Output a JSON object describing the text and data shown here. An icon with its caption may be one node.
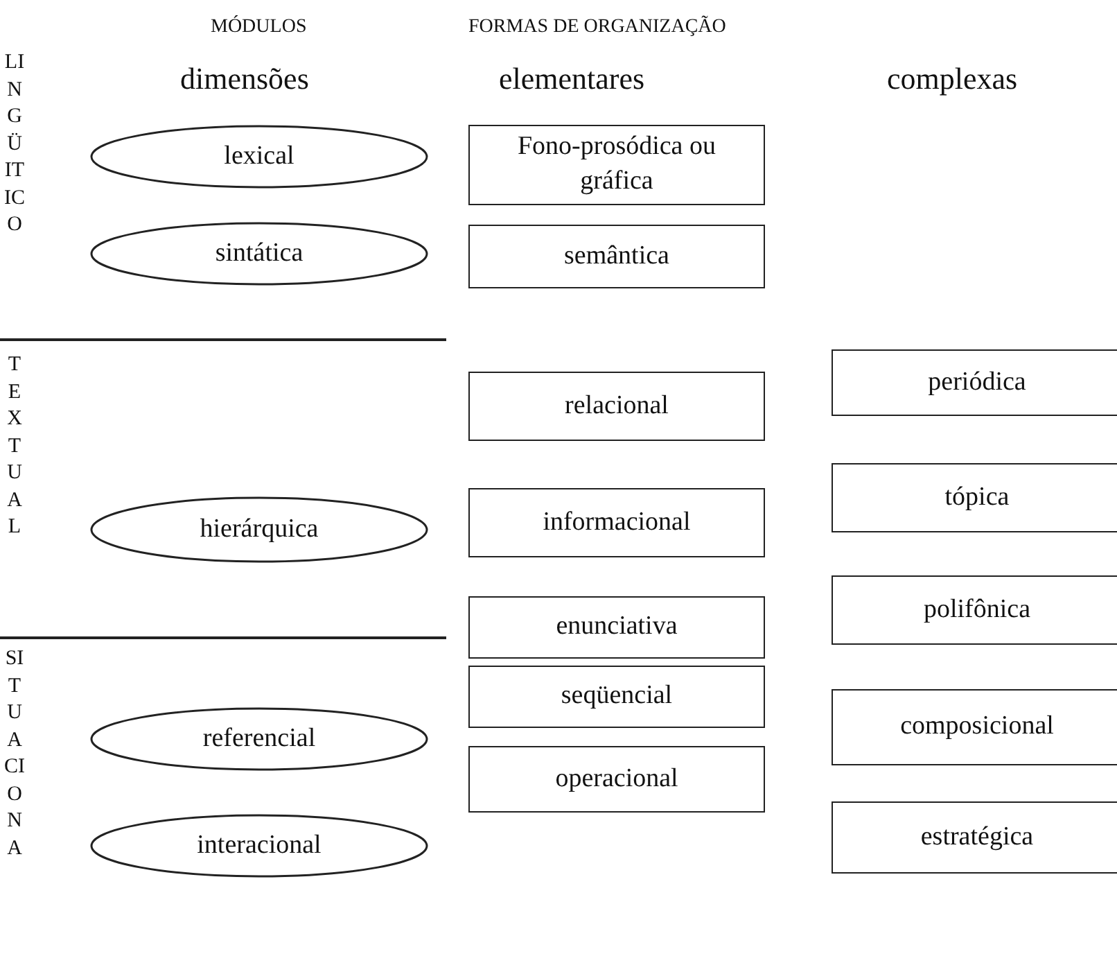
{
  "diagram": {
    "nodes": [
      {
        "text": [
          "lexical"
        ]
      },
      {
        "text": [
          "sintática"
        ]
      },
      {
        "text": [
          "hierárquica"
        ]
      },
      {
        "text": [
          "referencial"
        ]
      },
      {
        "text": [
          "interacional"
        ]
      },
      {
        "text": [
          "Fono-prosódica ou gráfica"
        ]
      },
      {
        "text": [
          "semântica"
        ]
      },
      {
        "text": [
          "relacional"
        ]
      },
      {
        "text": [
          "informacional"
        ]
      },
      {
        "text": [
          "enunciativa"
        ]
      },
      {
        "text": [
          "seqüencial"
        ]
      },
      {
        "text": [
          "operacional"
        ]
      },
      {
        "text": [
          "periódica"
        ]
      },
      {
        "text": [
          "tópica"
        ]
      },
      {
        "text": [
          "polifônica"
        ]
      },
      {
        "text": [
          "composicional"
        ]
      },
      {
        "text": [
          "estratégica"
        ]
      }
    ],
    "labels": [
      "MÓDULOS",
      "FORMAS DE ORGANIZAÇÃO",
      "LINGÜITICO",
      "dimensões",
      "elementares",
      "complexas",
      "TEXTUAL",
      "SITUACIONA"
    ]
  }
}
